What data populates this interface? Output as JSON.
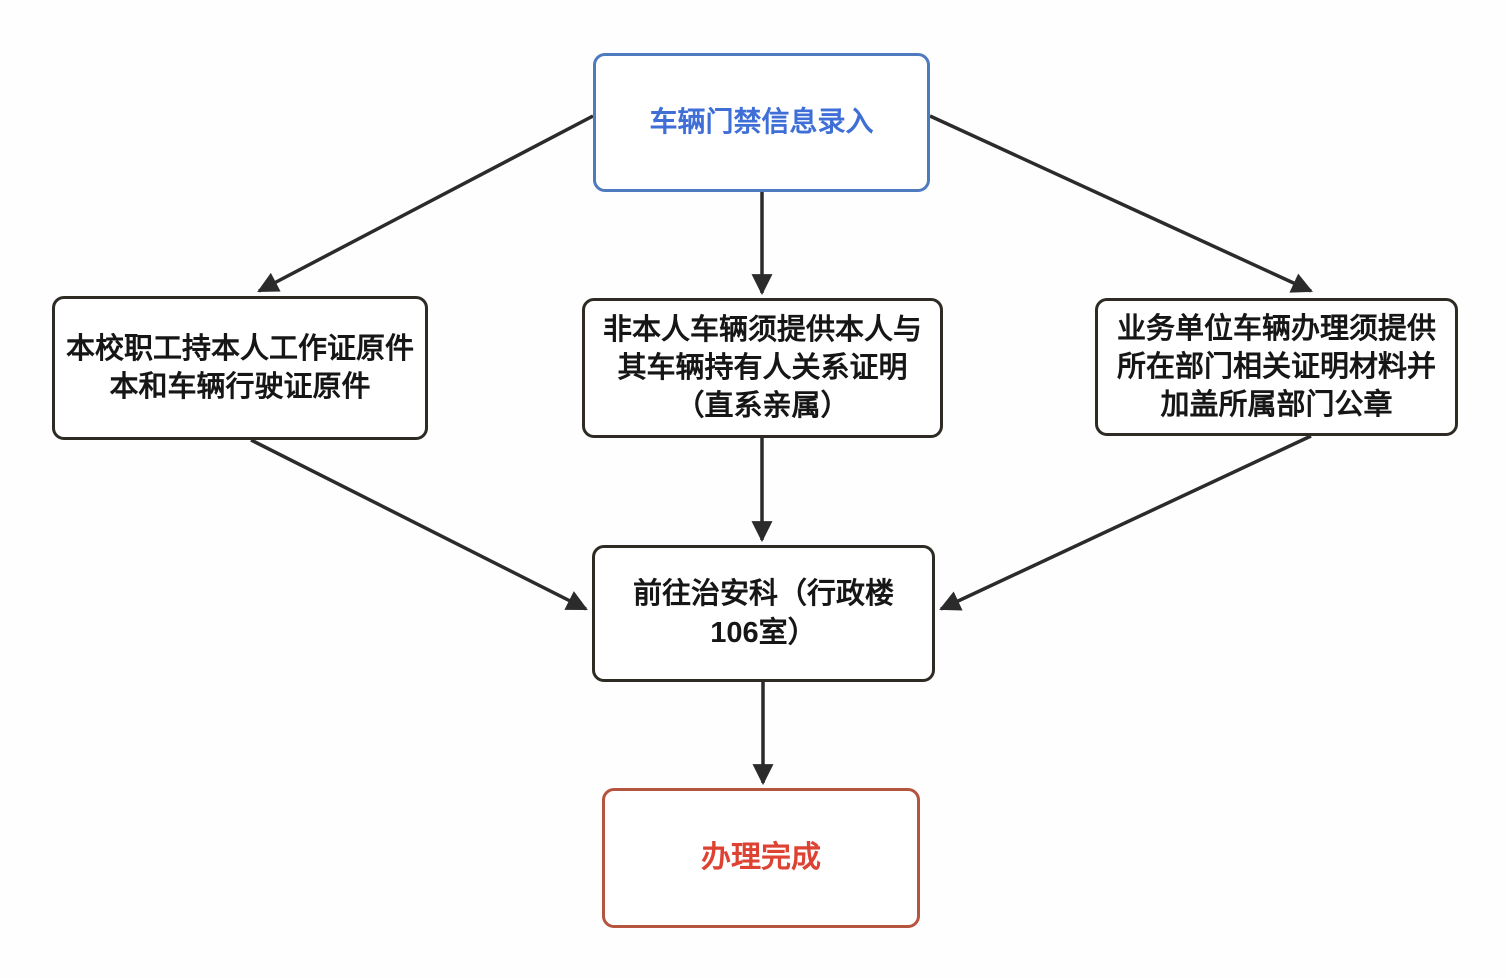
{
  "page": {
    "background_color": "#fefefe"
  },
  "diagram": {
    "type": "flowchart",
    "arrow_color": "#2b2b2b",
    "nodes": {
      "start": {
        "label": "车辆门禁信息录入",
        "border_color": "#4e7ac0",
        "text_color": "#3f6fd6"
      },
      "staff": {
        "label": "本校职工持本人工作证原件\n本和车辆行驶证原件",
        "border_color": "#2e2a24",
        "text_color": "#161616"
      },
      "non_owner": {
        "label": "非本人车辆须提供本人与\n其车辆持有人关系证明\n（直系亲属）",
        "border_color": "#2e2a24",
        "text_color": "#161616"
      },
      "business": {
        "label": "业务单位车辆办理须提供\n所在部门相关证明材料并\n加盖所属部门公章",
        "border_color": "#2e2a24",
        "text_color": "#161616"
      },
      "office": {
        "label": "前往治安科（行政楼\n106室）",
        "border_color": "#2e2a24",
        "text_color": "#161616"
      },
      "done": {
        "label": "办理完成",
        "border_color": "#b5543f",
        "text_color": "#dd4233"
      }
    },
    "edges": [
      {
        "from": "start",
        "to": "staff"
      },
      {
        "from": "start",
        "to": "non_owner"
      },
      {
        "from": "start",
        "to": "business"
      },
      {
        "from": "staff",
        "to": "office"
      },
      {
        "from": "non_owner",
        "to": "office"
      },
      {
        "from": "business",
        "to": "office"
      },
      {
        "from": "office",
        "to": "done"
      }
    ]
  }
}
